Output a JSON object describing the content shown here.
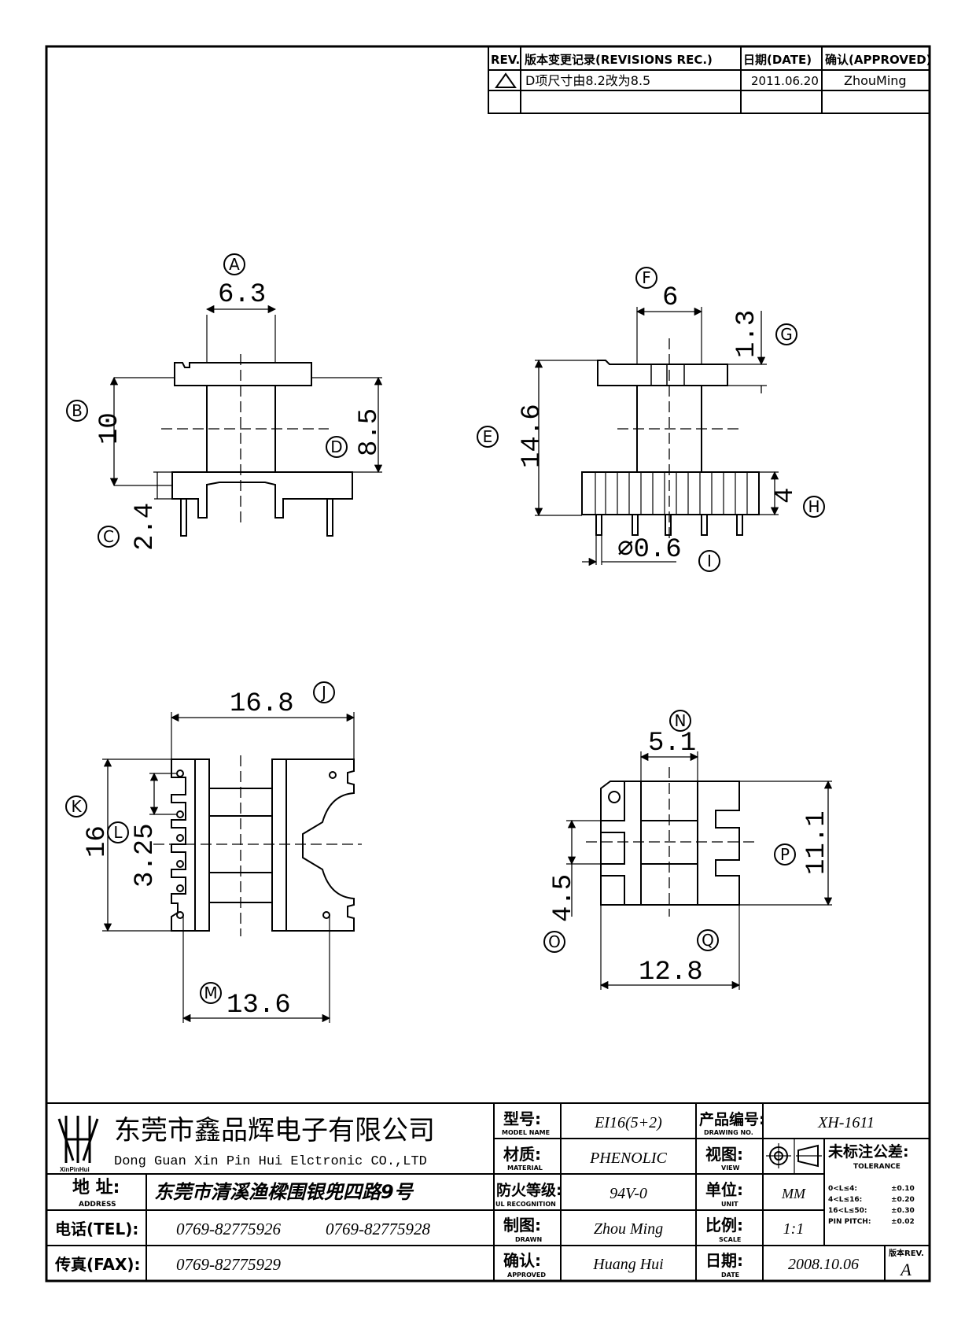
{
  "revisions": {
    "header": {
      "rev": "REV.",
      "record": "版本变更记录(REVISIONS REC.)",
      "date": "日期(DATE)",
      "approved": "确认(APPROVED)"
    },
    "rows": [
      {
        "rev_symbol": "⚠",
        "record": "D项尺寸由8.2改为8.5",
        "date": "2011.06.20",
        "approved": "ZhouMing"
      }
    ]
  },
  "views": {
    "view1": {
      "labels": {
        "A": "A",
        "B": "B",
        "C": "C",
        "D": "D"
      },
      "dims": {
        "A": "6.3",
        "B": "10",
        "C": "2.4",
        "D": "8.5"
      }
    },
    "view2": {
      "labels": {
        "E": "E",
        "F": "F",
        "G": "G",
        "H": "H",
        "I": "I"
      },
      "dims": {
        "E": "14.6",
        "F": "6",
        "G": "1.3",
        "H": "4",
        "I": "⌀0.6"
      }
    },
    "view3": {
      "labels": {
        "J": "J",
        "K": "K",
        "L": "L",
        "M": "M"
      },
      "dims": {
        "J": "16.8",
        "K": "16",
        "L": "3.25",
        "M": "13.6"
      }
    },
    "view4": {
      "labels": {
        "N": "N",
        "O": "O",
        "P": "P",
        "Q": "Q"
      },
      "dims": {
        "N": "5.1",
        "O": "4.5",
        "P": "11.1",
        "Q": "12.8"
      }
    }
  },
  "title_block": {
    "logo_text": "XinPinHui",
    "company_cn": "东莞市鑫品辉电子有限公司",
    "company_en": "Dong Guan Xin Pin Hui Elctronic CO.,LTD",
    "address_label": "地  址:",
    "address_label_en": "ADDRESS",
    "address": "东莞市清溪渔樑围银兜四路9号",
    "tel_label": "电话(TEL):",
    "tel1": "0769-82775926",
    "tel2": "0769-82775928",
    "fax_label": "传真(FAX):",
    "fax": "0769-82775929",
    "model_label": "型号:",
    "model_label_en": "MODEL NAME",
    "model": "EI16(5+2)",
    "material_label": "材质:",
    "material_label_en": "MATERIAL",
    "material": "PHENOLIC",
    "fire_label": "防火等级:",
    "fire_label_en": "UL RECOGNITION",
    "fire": "94V-0",
    "drawn_label": "制图:",
    "drawn_label_en": "DRAWN",
    "drawn": "Zhou Ming",
    "approved_label": "确认:",
    "approved_label_en": "APPROVED",
    "approved": "Huang Hui",
    "drawing_no_label": "产品编号:",
    "drawing_no_label_en": "DRAWING NO.",
    "drawing_no": "XH-1611",
    "view_label": "视图:",
    "view_label_en": "VIEW",
    "unit_label": "单位:",
    "unit_label_en": "UNIT",
    "unit": "MM",
    "scale_label": "比例:",
    "scale_label_en": "SCALE",
    "scale": "1:1",
    "date_label": "日期:",
    "date_label_en": "DATE",
    "date": "2008.10.06",
    "tolerance_title": "未标注公差:",
    "tolerance_title_en": "TOLERANCE",
    "tolerances": [
      {
        "range": "0<L≤4:",
        "value": "±0.10"
      },
      {
        "range": "4<L≤16:",
        "value": "±0.20"
      },
      {
        "range": "16<L≤50:",
        "value": "±0.30"
      },
      {
        "range": "PIN PITCH:",
        "value": "±0.02"
      }
    ],
    "rev_label": "版本REV.",
    "rev": "A"
  }
}
